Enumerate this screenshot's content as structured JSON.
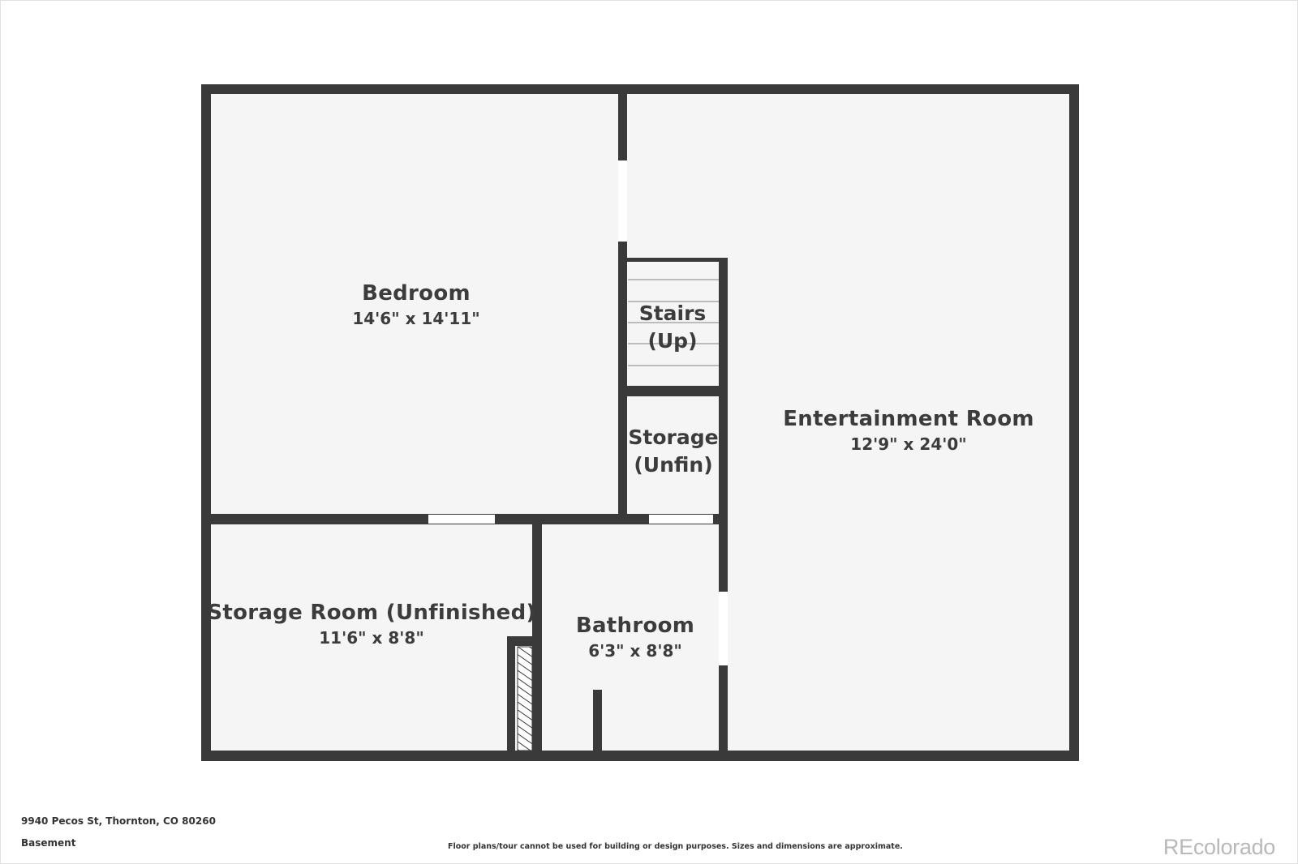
{
  "rooms": {
    "bedroom": {
      "name": "Bedroom",
      "dim": "14'6\" x 14'11\""
    },
    "entertainment": {
      "name": "Entertainment Room",
      "dim": "12'9\" x 24'0\""
    },
    "stairs": {
      "line1": "Stairs",
      "line2": "(Up)"
    },
    "storage_small": {
      "line1": "Storage",
      "line2": "(Unfin)"
    },
    "storage_room": {
      "name": "Storage Room (Unfinished)",
      "dim": "11'6\" x 8'8\""
    },
    "bathroom": {
      "name": "Bathroom",
      "dim": "6'3\" x 8'8\""
    }
  },
  "footer": {
    "address": "9940 Pecos St, Thornton, CO 80260",
    "level": "Basement",
    "disclaimer": "Floor plans/tour cannot be used for building or design purposes. Sizes and dimensions are approximate.",
    "brand": "REcolorado"
  },
  "colors": {
    "wall": "#3a3a3a",
    "floor": "#f5f5f5",
    "opening": "#ffffff",
    "label": "#3c3c3c",
    "brand": "#b9b9b9"
  }
}
